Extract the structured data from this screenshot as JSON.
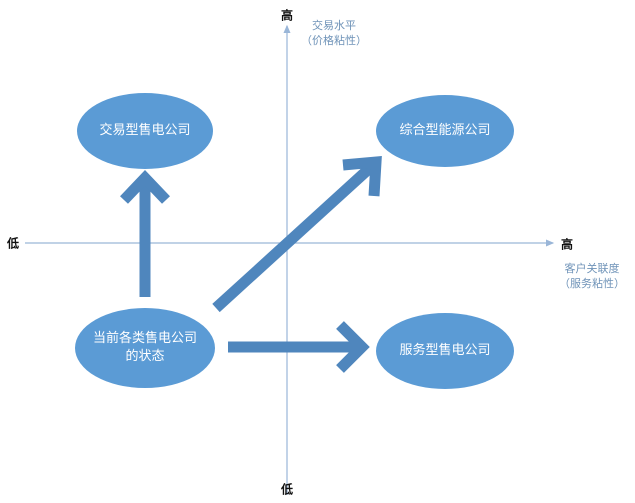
{
  "colors": {
    "ellipse": "#5b9bd5",
    "arrow": "#4f86bd",
    "axis": "#9ab6d8"
  },
  "axes": {
    "y_high": "高",
    "y_low": "低",
    "x_low": "低",
    "x_high": "高",
    "y_title": [
      "交易水平",
      "（价格粘性）"
    ],
    "x_title": [
      "客户关联度",
      "（服务粘性）"
    ]
  },
  "nodes": {
    "transaction": "交易型售电公司",
    "integrated": "综合型能源公司",
    "current": [
      "当前各类售电公司",
      "的状态"
    ],
    "service": "服务型售电公司"
  }
}
